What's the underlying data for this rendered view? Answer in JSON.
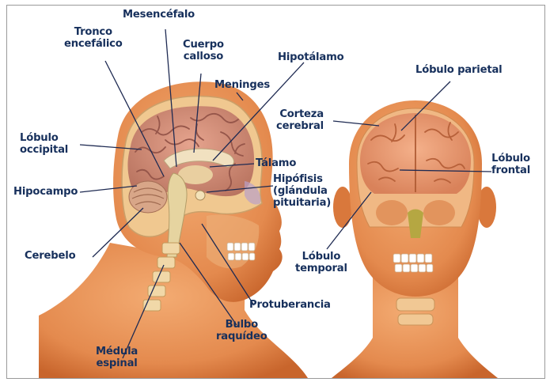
{
  "labels": {
    "mesencefalo": "Mesencéfalo",
    "tronco": "Tronco\nencefálico",
    "cuerpo_calloso": "Cuerpo\ncalloso",
    "hipotalamo": "Hipotálamo",
    "meninges": "Meninges",
    "lobulo_occipital": "Lóbulo\noccipital",
    "talamo": "Tálamo",
    "hipofisis": "Hipófisis\n(glándula\npituitaria)",
    "hipocampo": "Hipocampo",
    "cerebelo": "Cerebelo",
    "protuberancia": "Protuberancia",
    "bulbo": "Bulbo\nraquídeo",
    "medula": "Médula\nespinal",
    "lobulo_parietal": "Lóbulo parietal",
    "corteza": "Corteza\ncerebral",
    "lobulo_frontal": "Lóbulo\nfrontal",
    "lobulo_temporal": "Lóbulo\ntemporal"
  },
  "colors": {
    "label_text": "#17305c",
    "leader_line": "#1e2a52",
    "skin": "#e8935a",
    "skin_dark": "#c86a32",
    "brain": "#c98a78",
    "brain_fold": "#9d5c50",
    "cerebellum": "#d8a688",
    "brainstem": "#e6d4a0",
    "skull": "#f0c890"
  }
}
